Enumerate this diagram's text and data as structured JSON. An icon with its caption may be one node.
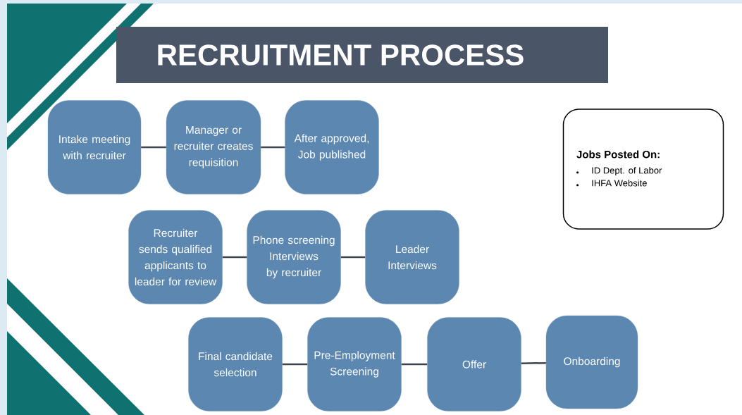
{
  "diagram": {
    "title": "RECRUITMENT PROCESS",
    "nodes": [
      {
        "text": [
          "Intake meeting with recruiter"
        ]
      },
      {
        "text": [
          "Manager or recruiter creates requisition"
        ]
      },
      {
        "text": [
          "After approved, Job published"
        ]
      },
      {
        "text": [
          "Recruiter sends qualified applicants to leader for review"
        ]
      },
      {
        "text": [
          "Phone screening Interviews by recruiter"
        ]
      },
      {
        "text": [
          "Leader Interviews"
        ]
      },
      {
        "text": [
          "Final candidate selection"
        ]
      },
      {
        "text": [
          "Pre-Employment Screening"
        ]
      },
      {
        "text": [
          "Offer"
        ]
      },
      {
        "text": [
          "Onboarding"
        ]
      },
      {
        "text": [
          "Jobs Posted On:",
          "ID Dept. of Labor",
          "IHFA Website"
        ]
      }
    ],
    "edges": [
      {
        "from": 0,
        "to": 1,
        "arrow": "none"
      },
      {
        "from": 1,
        "to": 2,
        "arrow": "none"
      },
      {
        "from": 3,
        "to": 4,
        "arrow": "none"
      },
      {
        "from": 4,
        "to": 5,
        "arrow": "none"
      },
      {
        "from": 6,
        "to": 7,
        "arrow": "none"
      },
      {
        "from": 7,
        "to": 8,
        "arrow": "none"
      },
      {
        "from": 8,
        "to": 9,
        "arrow": "none"
      }
    ]
  }
}
